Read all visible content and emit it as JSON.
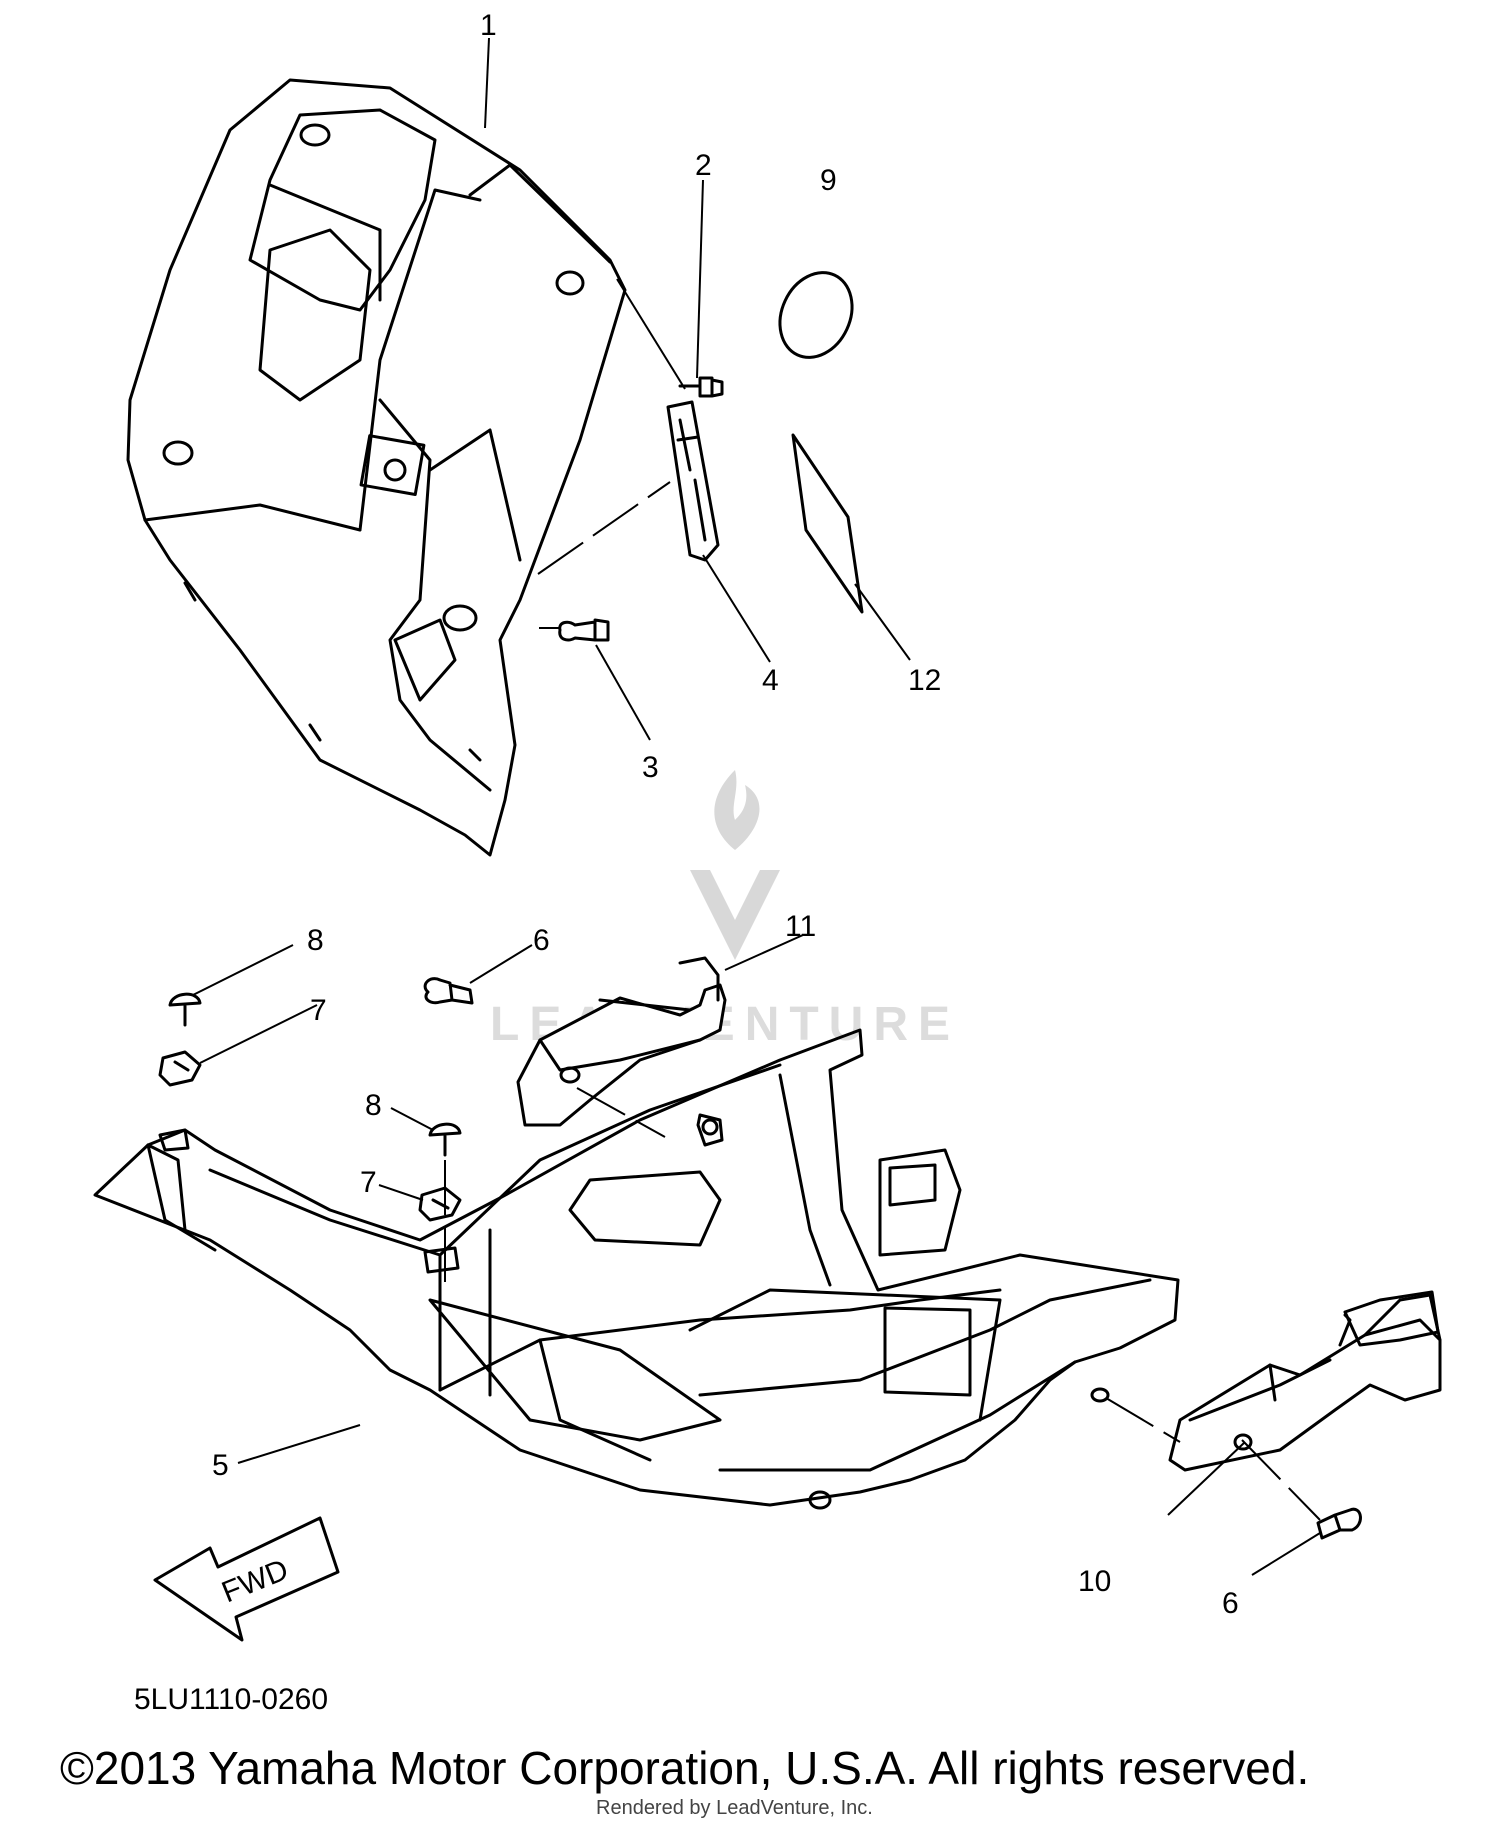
{
  "callouts": {
    "c1": "1",
    "c2": "2",
    "c3": "3",
    "c4": "4",
    "c5": "5",
    "c6a": "6",
    "c6b": "6",
    "c7a": "7",
    "c7b": "7",
    "c8a": "8",
    "c8b": "8",
    "c9": "9",
    "c10": "10",
    "c11": "11",
    "c12": "12"
  },
  "fwd_label": "FWD",
  "diagram_code": "5LU1110-0260",
  "copyright": "©2013 Yamaha Motor Corporation, U.S.A. All rights reserved.",
  "renderer": "Rendered by LeadVenture, Inc.",
  "watermark": "LEADVENTURE"
}
